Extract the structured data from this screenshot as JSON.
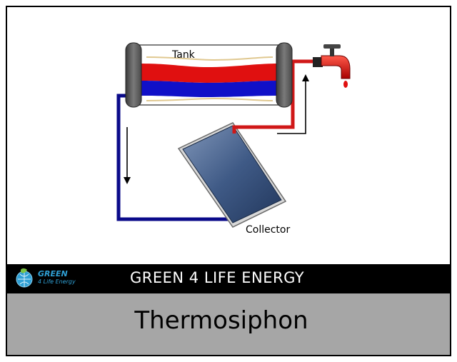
{
  "diagram": {
    "tank_label": "Tank",
    "collector_label": "Collector"
  },
  "brand": {
    "logo_line1": "GREEN",
    "logo_line2": "4 Life Energy",
    "name": "GREEN 4 LIFE ENERGY"
  },
  "title": "Thermosiphon",
  "colors": {
    "hot_water": "#e01010",
    "cold_water": "#1010c8",
    "pipe_blue": "#0a0a8a",
    "pipe_red": "#d01818",
    "bar": "#000000",
    "title_bg": "#a6a6a6",
    "logo_blue": "#2f9fd4"
  }
}
